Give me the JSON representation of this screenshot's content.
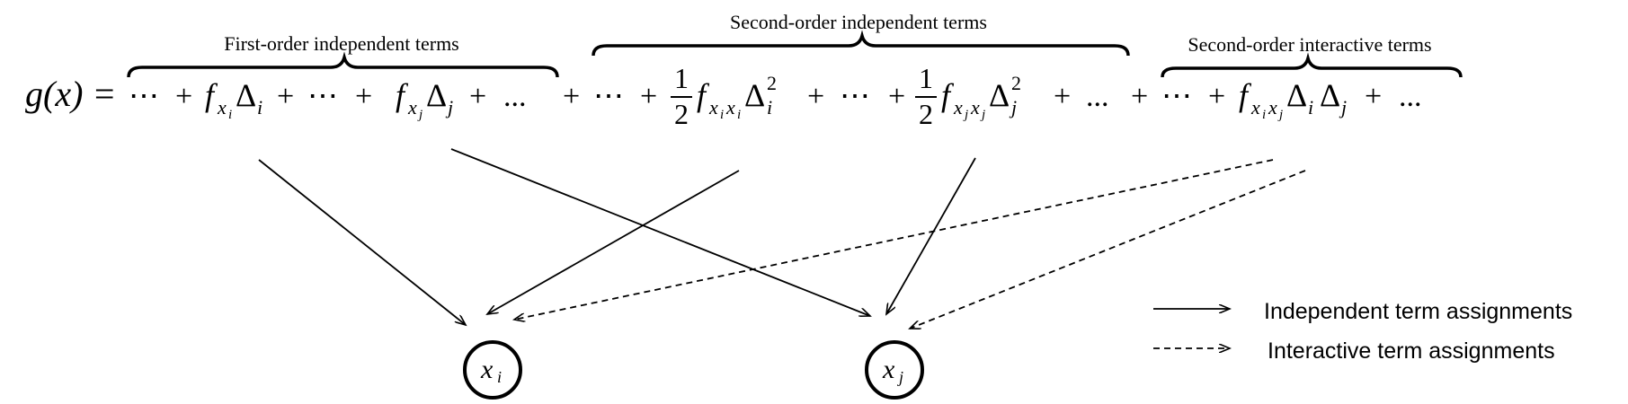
{
  "groups": {
    "first_order": "First-order independent terms",
    "second_order": "Second-order independent terms",
    "interactive": "Second-order interactive terms"
  },
  "equation": {
    "lhs": "g(x) =",
    "ellipsis": "⋯",
    "plus": "+",
    "dots": "...",
    "f": "f",
    "delta": "Δ",
    "sub_i": "i",
    "sub_j": "j",
    "sub_xi": "x",
    "half_num": "1",
    "half_den": "2",
    "sq": "2"
  },
  "nodes": {
    "xi": {
      "symbol": "x",
      "sub": "i"
    },
    "xj": {
      "symbol": "x",
      "sub": "j"
    }
  },
  "legend": {
    "independent": "Independent term assignments",
    "interactive": "Interactive term assignments"
  }
}
